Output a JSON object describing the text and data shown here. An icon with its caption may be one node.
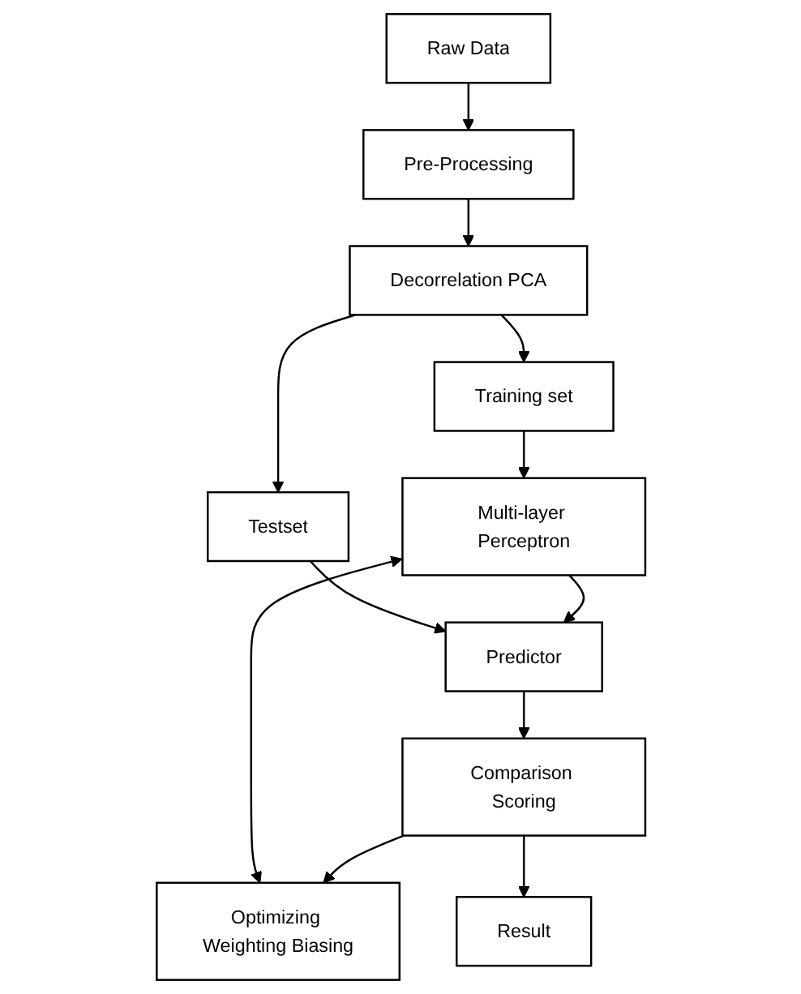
{
  "diagram": {
    "nodes": [
      {
        "text": [
          "Raw Data"
        ]
      },
      {
        "text": [
          "Pre-Processing"
        ]
      },
      {
        "text": [
          "Decorrelation PCA"
        ]
      },
      {
        "text": [
          "Training set"
        ]
      },
      {
        "text": [
          "Testset"
        ]
      },
      {
        "text": [
          "Multi-layer Perceptron"
        ]
      },
      {
        "text": [
          "Predictor"
        ]
      },
      {
        "text": [
          "Optimizing Weighting Biasing"
        ]
      },
      {
        "text": [
          "Comparison Scoring"
        ]
      },
      {
        "text": [
          "Result"
        ]
      }
    ],
    "edges": [
      {
        "from": 0,
        "to": 1,
        "arrow": "to"
      },
      {
        "from": 1,
        "to": 2,
        "arrow": "to"
      },
      {
        "from": 2,
        "to": 3,
        "arrow": "to"
      },
      {
        "from": 2,
        "to": 4,
        "arrow": "to"
      },
      {
        "from": 3,
        "to": 5,
        "arrow": "to"
      },
      {
        "from": 4,
        "to": 6,
        "arrow": "to"
      },
      {
        "from": 5,
        "to": 6,
        "arrow": "to"
      },
      {
        "from": 5,
        "to": 7,
        "arrow": "both"
      },
      {
        "from": 6,
        "to": 8,
        "arrow": "to"
      },
      {
        "from": 8,
        "to": 7,
        "arrow": "to"
      },
      {
        "from": 8,
        "to": 9,
        "arrow": "to"
      }
    ]
  }
}
